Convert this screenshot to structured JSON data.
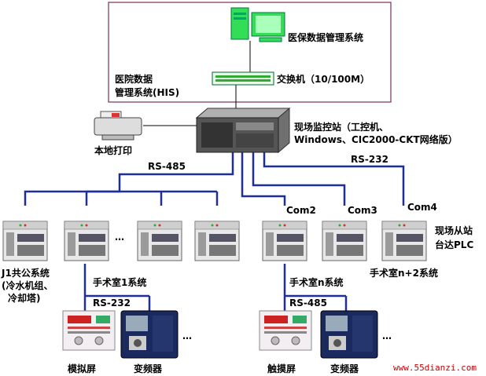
{
  "labels": {
    "insurance_system": "医保数据管理系统",
    "switch": "交换机（10/100M）",
    "his_line1": "医院数据",
    "his_line2": "管理系统(HIS)",
    "local_print": "本地打印",
    "station_line1": "现场监控站（工控机、",
    "station_line2": "Windows、CIC2000-CKT网络版）",
    "rs485_top": "RS-485",
    "rs232_top": "RS-232",
    "com2": "Com2",
    "com3": "Com3",
    "com4": "Com4",
    "dots": "…",
    "slave_line1": "现场从站",
    "slave_line2": "台达PLC",
    "j1_line1": "J1共公系统",
    "j1_line2": "(冷水机组、",
    "j1_line3": "冷却塔)",
    "room1": "手术室1系统",
    "roomn": "手术室n系统",
    "roomn2": "手术室n+2系统",
    "rs232_bottom": "RS-232",
    "rs485_bottom": "RS-485",
    "simulation_screen": "模拟屏",
    "inverter_left": "变频器",
    "touch_screen": "触摸屏",
    "inverter_right": "变频器",
    "website": "www.55dianzi.com"
  },
  "colors": {
    "frame": "#7a2e5a",
    "bus": "#1f2f9a",
    "computer": "#33dd55",
    "device_dark": "#1a2a5e"
  }
}
